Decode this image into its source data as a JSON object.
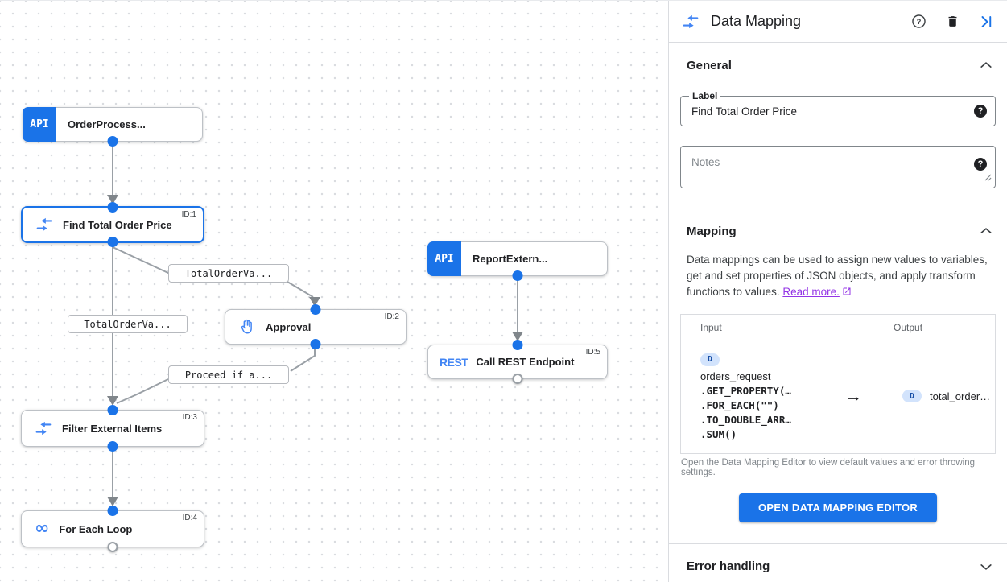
{
  "colors": {
    "accent": "#1a73e8",
    "icon_blue": "#4285f4",
    "link": "#9334e6"
  },
  "canvas": {
    "nodes": [
      {
        "label": "OrderProcess...",
        "badge": "API"
      },
      {
        "label": "Find Total Order Price",
        "id_label": "ID:1",
        "type": "data-mapping"
      },
      {
        "label": "Approval",
        "id_label": "ID:2",
        "type": "approval"
      },
      {
        "label": "ReportExtern...",
        "badge": "API"
      },
      {
        "label": "Call REST Endpoint",
        "id_label": "ID:5",
        "badge": "REST"
      },
      {
        "label": "Filter External Items",
        "id_label": "ID:3",
        "type": "data-mapping"
      },
      {
        "label": "For Each Loop",
        "id_label": "ID:4",
        "type": "loop"
      }
    ],
    "edge_labels": [
      "TotalOrderVa...",
      "TotalOrderVa...",
      "Proceed if a..."
    ]
  },
  "panel": {
    "title": "Data Mapping",
    "general": {
      "heading": "General",
      "label_field": {
        "label": "Label",
        "value": "Find Total Order Price"
      },
      "notes_field": {
        "placeholder": "Notes"
      }
    },
    "mapping": {
      "heading": "Mapping",
      "description": "Data mappings can be used to assign new values to variables, get and set properties of JSON objects, and apply transform functions to values.",
      "read_more": "Read more.",
      "table": {
        "input_header": "Input",
        "output_header": "Output",
        "row": {
          "input_badge": "D",
          "input_var": "orders_request",
          "input_code": [
            ".GET_PROPERTY(…",
            ".FOR_EACH(\"\")",
            ".TO_DOUBLE_ARR…",
            ".SUM()"
          ],
          "arrow": "→",
          "output_badge": "D",
          "output_var": "total_order…"
        }
      },
      "caption": "Open the Data Mapping Editor to view default values and error throwing settings.",
      "button": "OPEN DATA MAPPING EDITOR"
    },
    "error_handling": {
      "heading": "Error handling"
    }
  }
}
